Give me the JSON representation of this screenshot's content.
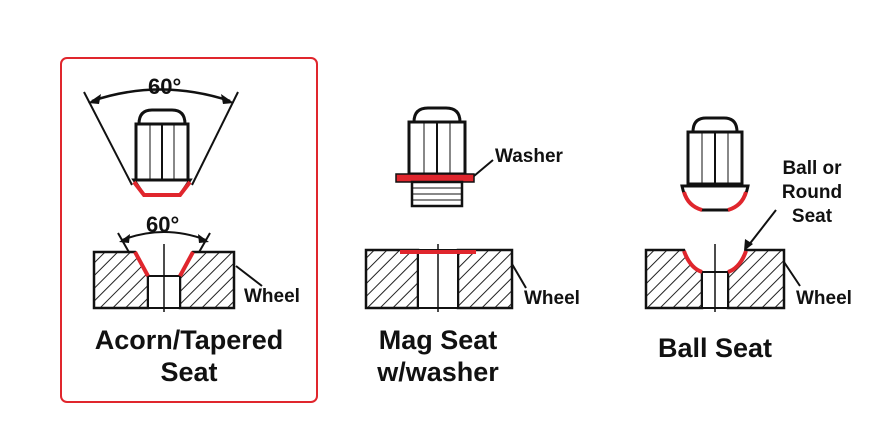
{
  "accent_color": "#e0262d",
  "panels": [
    {
      "title_line1": "Acorn/Tapered",
      "title_line2": "Seat",
      "angle_top": "60°",
      "angle_seat": "60°",
      "wheel_label": "Wheel",
      "highlighted": true
    },
    {
      "title_line1": "Mag Seat",
      "title_line2": "w/washer",
      "washer_label": "Washer",
      "wheel_label": "Wheel",
      "highlighted": false
    },
    {
      "title_line1": "Ball Seat",
      "seat_label_line1": "Ball or",
      "seat_label_line2": "Round",
      "seat_label_line3": "Seat",
      "wheel_label": "Wheel",
      "highlighted": false
    }
  ]
}
